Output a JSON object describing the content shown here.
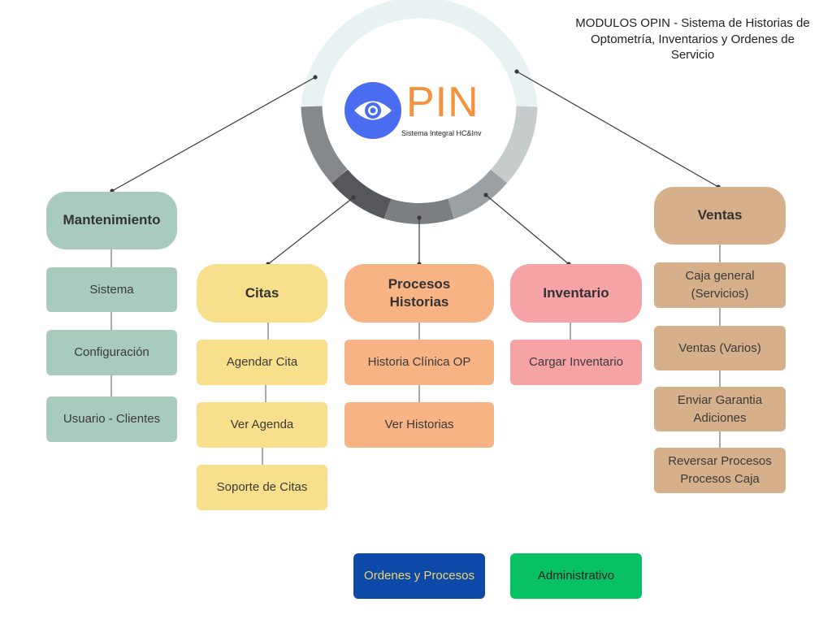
{
  "title": "MODULOS OPIN - Sistema de Historias de Optometría, Inventarios y Ordenes de Servicio",
  "logo": {
    "word": "PIN",
    "subtitle": "Sistema Integral HC&Inv",
    "colors": {
      "eye": "#4a6cf0",
      "word": "#f5923e"
    }
  },
  "modules": {
    "mantenimiento": {
      "label": "Mantenimiento",
      "items": [
        "Sistema",
        "Configuración",
        "Usuario - Clientes"
      ]
    },
    "citas": {
      "label": "Citas",
      "items": [
        "Agendar Cita",
        "Ver Agenda",
        "Soporte de Citas"
      ]
    },
    "procesos": {
      "label": "Procesos Historias",
      "items": [
        "Historia Clínica OP",
        "Ver Historias"
      ]
    },
    "inventario": {
      "label": "Inventario",
      "items": [
        "Cargar Inventario"
      ]
    },
    "ventas": {
      "label": "Ventas",
      "items": [
        "Caja general (Servicios)",
        "Ventas (Varios)",
        "Enviar Garantia Adiciones",
        "Reversar Procesos Procesos Caja"
      ]
    }
  },
  "bottom": {
    "ordenes": "Ordenes y Procesos",
    "administrativo": "Administrativo"
  },
  "colors": {
    "mantenimiento": "#a9cbbd",
    "citas": "#f7df8b",
    "procesos": "#f8b384",
    "inventario": "#f5a3a5",
    "ventas": "#d6b08a",
    "ordenes": "#0c49a8",
    "ordenes_text": "#f3d76a",
    "administrativo": "#06c265"
  }
}
